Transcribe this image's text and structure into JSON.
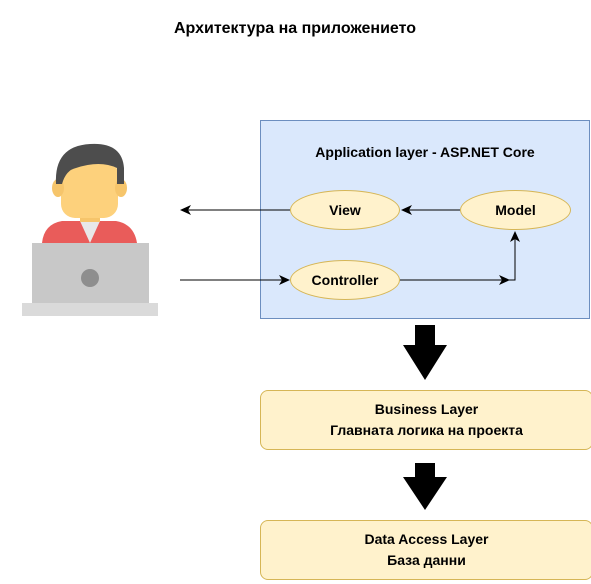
{
  "diagram": {
    "title": "Архитектура на приложението",
    "application_layer": {
      "title": "Application layer - ASP.NET Core",
      "view": "View",
      "model": "Model",
      "controller": "Controller"
    },
    "business_layer": {
      "title": "Business Layer",
      "subtitle": "Главната логика на проекта"
    },
    "data_access_layer": {
      "title": "Data Access Layer",
      "subtitle": "База данни"
    },
    "icons": {
      "user": "user-with-laptop-icon"
    },
    "colors": {
      "app_layer_fill": "#dae8fc",
      "app_layer_border": "#6c8ebf",
      "node_fill": "#fff2cc",
      "node_border": "#d6b656",
      "skin": "#fdd17c",
      "hair": "#4d4d4d",
      "shirt": "#e95c5a",
      "laptop": "#c8c8c8"
    }
  }
}
